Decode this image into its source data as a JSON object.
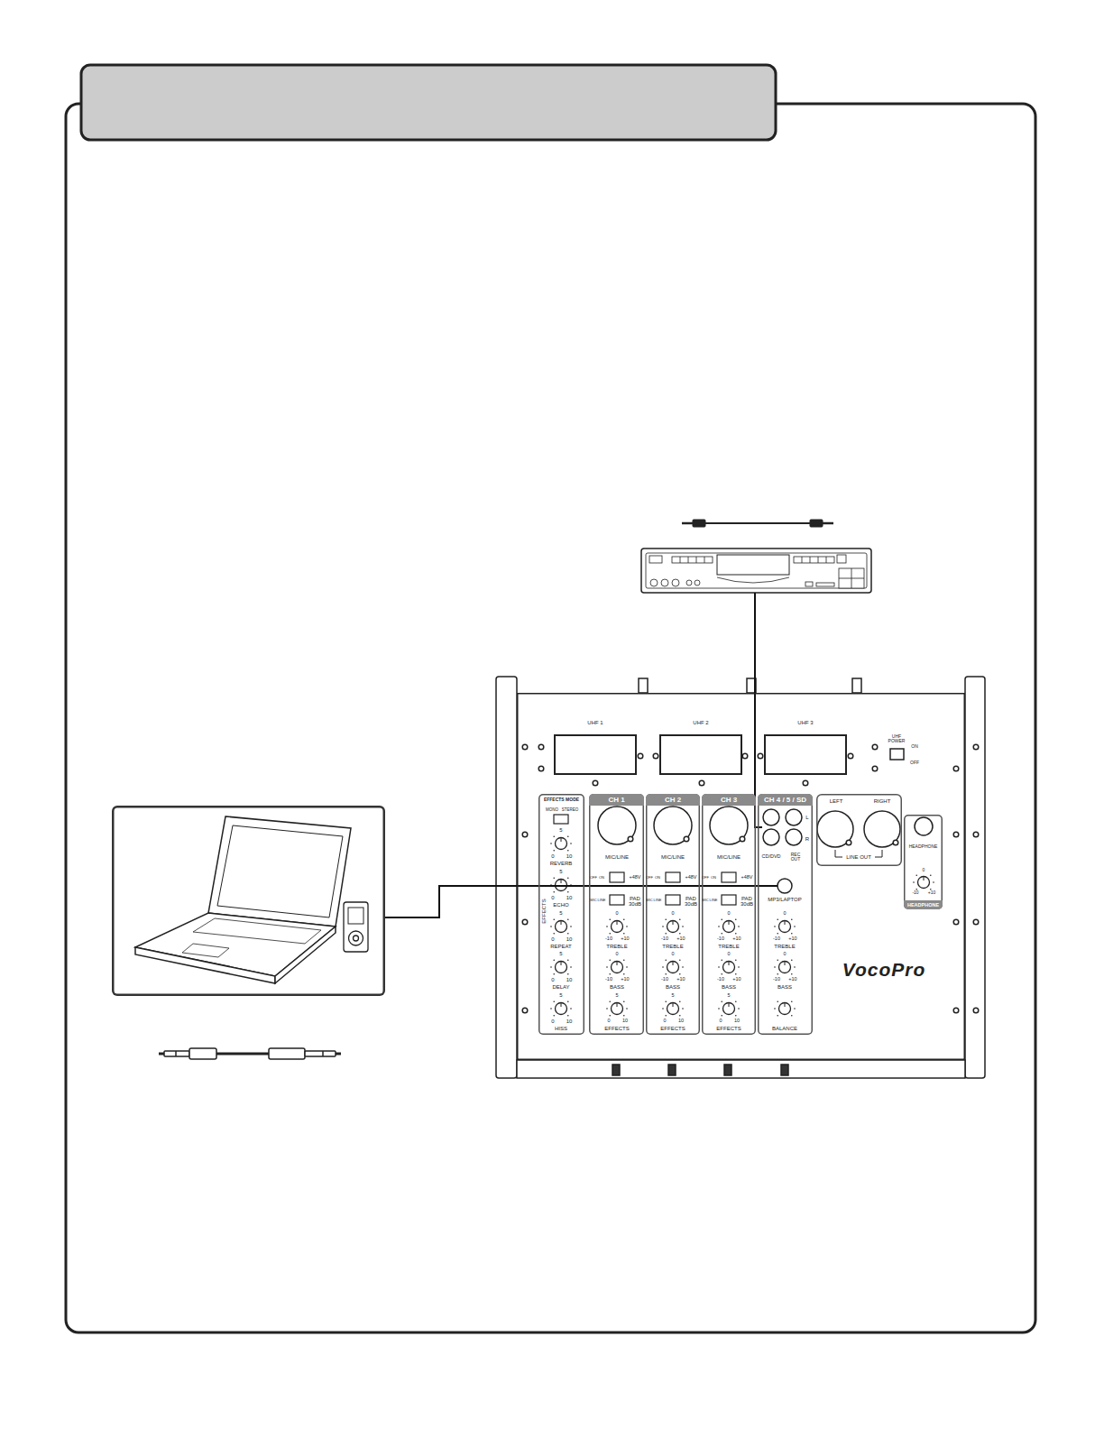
{
  "diagram": {
    "nodes": [
      {
        "text": []
      },
      {
        "text": []
      },
      {
        "text": [
          "VocoPro"
        ]
      },
      {
        "text": [
          "EFFECTS MODE"
        ],
        "in": 2
      },
      {
        "text": [
          "CH 1"
        ],
        "in": 2
      },
      {
        "text": [
          "CH 2"
        ],
        "in": 2
      },
      {
        "text": [
          "CH 3"
        ],
        "in": 2
      },
      {
        "text": [
          "CH 4 / 5 / SD"
        ],
        "in": 2
      },
      {
        "text": [
          "CD/DVD"
        ],
        "in": 7
      },
      {
        "text": [
          "MP3/LAPTOP"
        ],
        "in": 7
      },
      {
        "text": [
          "LEFT",
          "RIGHT",
          "LINE OUT"
        ],
        "in": 2
      },
      {
        "text": [
          "HEADPHONE",
          "HEADPHONE"
        ],
        "in": 2
      }
    ],
    "edges": [
      {
        "from": 0,
        "to": 8,
        "arrow": "none"
      },
      {
        "from": 1,
        "to": 9,
        "arrow": "none"
      }
    ],
    "labels": [
      "UHF 1",
      "UHF 2",
      "UHF 3",
      "UHF POWER",
      "ON",
      "OFF",
      "MONO",
      "STEREO",
      "5",
      "0",
      "10",
      "REVERB",
      "5",
      "0",
      "10",
      "ECHO",
      "5",
      "0",
      "10",
      "REPEAT",
      "5",
      "0",
      "10",
      "DELAY",
      "5",
      "0",
      "10",
      "HISS",
      "EFFECTS",
      "MIC/LINE",
      "OFF",
      "ON",
      "+48V",
      "MIC",
      "LINE",
      "PAD 30dB",
      "0",
      "-10",
      "+10",
      "TREBLE",
      "0",
      "-10",
      "+10",
      "BASS",
      "5",
      "0",
      "10",
      "EFFECTS",
      "MIC/LINE",
      "OFF",
      "ON",
      "+48V",
      "MIC",
      "LINE",
      "PAD 30dB",
      "0",
      "-10",
      "+10",
      "TREBLE",
      "0",
      "-10",
      "+10",
      "BASS",
      "5",
      "0",
      "10",
      "EFFECTS",
      "MIC/LINE",
      "OFF",
      "ON",
      "+48V",
      "MIC",
      "LINE",
      "PAD 30dB",
      "0",
      "-10",
      "+10",
      "TREBLE",
      "0",
      "-10",
      "+10",
      "BASS",
      "5",
      "0",
      "10",
      "EFFECTS",
      "L",
      "R",
      "REC OUT",
      "0",
      "-10",
      "+10",
      "TREBLE",
      "0",
      "-10",
      "+10",
      "BASS",
      "BALANCE",
      "0",
      "-10",
      "+10"
    ]
  }
}
